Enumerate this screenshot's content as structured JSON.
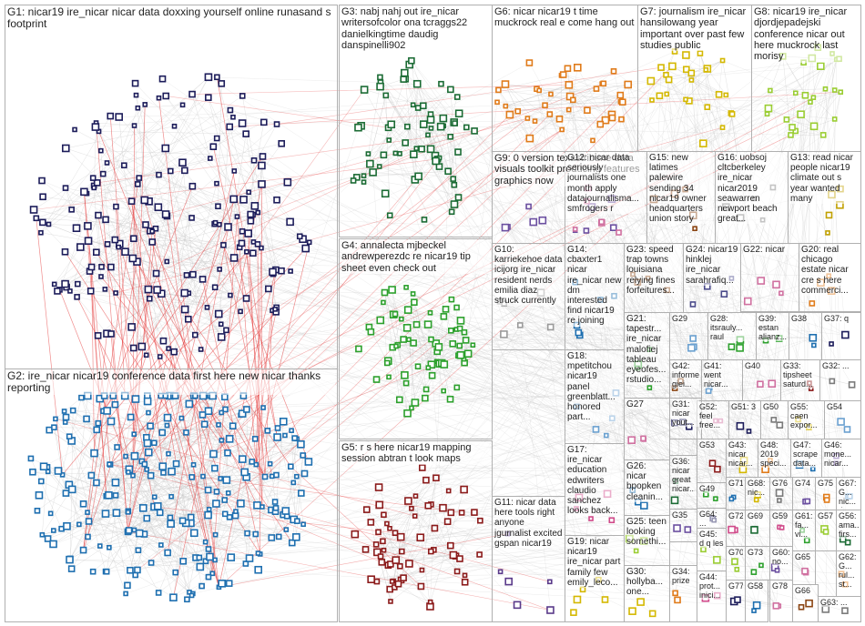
{
  "graph": {
    "background": "#ffffff",
    "border_color": "#b0b0b0",
    "edge_color": "#c8c8c8",
    "highlight_edge_color": "#e33030"
  },
  "groups": [
    {
      "id": "G1",
      "label": "G1: nicar19 ire_nicar nicar data doxxing yourself online runasand s footprint",
      "color": "#1c1c5a"
    },
    {
      "id": "G2",
      "label": "G2: ire_nicar nicar19 conference data first here new nicar thanks reporting",
      "color": "#1e6fb0"
    },
    {
      "id": "G3",
      "label": "G3: nabj nahj out ire_nicar writersofcolor ona tcraggs22 danielkingtime daudig danspinelli902",
      "color": "#1b6b34"
    },
    {
      "id": "G4",
      "label": "G4: annalecta mjbeckel andrewperezdc re nicar19 tip sheet even check out",
      "color": "#2ca02c"
    },
    {
      "id": "G5",
      "label": "G5: r s here nicar19 mapping session abtran t look maps",
      "color": "#8b1a1a"
    },
    {
      "id": "G6",
      "label": "G6: nicar nicar19 t time muckrock real e come hang out",
      "color": "#e07b1a"
    },
    {
      "id": "G7",
      "label": "G7: journalism ire_nicar hansilowang year important over past few studies public",
      "color": "#d4b800"
    },
    {
      "id": "G8",
      "label": "G8: nicar19 ire_nicar djordjepadejski conference nicar out here muckrock last morisy",
      "color": "#9acd32"
    },
    {
      "id": "G9",
      "label": "G9: 0 version texastribune data visuals toolkit producing features graphics now",
      "color": "#6b4fa0"
    },
    {
      "id": "G10",
      "label": "G10: karriekehoe data icijorg ire_nicar resident nerds emilia diaz struck currently",
      "color": "#9a9a9a"
    },
    {
      "id": "G11",
      "label": "G11: nicar data here tools right anyone jgurnalist excited gspan nicar19",
      "color": "#5a3a8a"
    },
    {
      "id": "G12",
      "label": "G12: nicar data seriously journalists one month apply datajournalisma... smfrogers r",
      "color": "#d070a0"
    },
    {
      "id": "G13",
      "label": "G13: read nicar people nicar19 climate out s year wanted many",
      "color": "#c0a000"
    },
    {
      "id": "G14",
      "label": "G14: cbaxter1 nicar ire_nicar new dm interested find nicar19 re joining",
      "color": "#1e6fb0"
    },
    {
      "id": "G15",
      "label": "G15: new latimes palewire sending 34 nicar19 owner headquarters union story",
      "color": "#8b4513"
    },
    {
      "id": "G16",
      "label": "G16: uobsoj cltcberkeley ire_nicar nicar2019 seawarren newport beach great...",
      "color": "#7a7a7a"
    },
    {
      "id": "G17",
      "label": "G17: ire_nicar education edwriters claudio sanchez looks back...",
      "color": "#d04a8a"
    },
    {
      "id": "G18",
      "label": "G18: mpetitchou nicar19 panel greenblatt... honored part...",
      "color": "#6aa0d0"
    },
    {
      "id": "G19",
      "label": "G19: nicar nicar19 ire_nicar part family few emily_leco...",
      "color": "#d4b800"
    },
    {
      "id": "G20",
      "label": "G20: real chicago estate nicar cre s here commerci...",
      "color": "#e07b1a"
    },
    {
      "id": "G21",
      "label": "G21: tapestr... ire_nicar malofiej tableau eyeofes... rstudio...",
      "color": "#2ca02c"
    },
    {
      "id": "G22",
      "label": "G22: nicar",
      "color": "#d070a0"
    },
    {
      "id": "G23",
      "label": "G23: speed trap towns louisiana relying fines forfeitures...",
      "color": "#8b4513"
    },
    {
      "id": "G24",
      "label": "G24: nicar19 hinklej ire_nicar sarahrafiq...",
      "color": "#4a4a8a"
    },
    {
      "id": "G25",
      "label": "G25: teen looking somethi...",
      "color": "#9acd32"
    },
    {
      "id": "G26",
      "label": "G26: nicar bpopken cleanin...",
      "color": "#1e6fb0"
    },
    {
      "id": "G27",
      "label": "G27",
      "color": "#d070a0"
    },
    {
      "id": "G28",
      "label": "G28: itsrauly... raul",
      "color": "#2ca02c"
    },
    {
      "id": "G29",
      "label": "G29",
      "color": "#6aa0d0"
    },
    {
      "id": "G30",
      "label": "G30: hollyba... one...",
      "color": "#d4b800"
    },
    {
      "id": "G31",
      "label": "G31: nicar yout...",
      "color": "#1c1c5a"
    },
    {
      "id": "G32",
      "label": "G32: ...",
      "color": "#7a7a7a"
    },
    {
      "id": "G33",
      "label": "G33: tipsheet saturd...",
      "color": "#8b1a1a"
    },
    {
      "id": "G34",
      "label": "G34: prize",
      "color": "#e07b1a"
    },
    {
      "id": "G35",
      "label": "G35",
      "color": "#6b4fa0"
    },
    {
      "id": "G36",
      "label": "G36: nicar great nicar...",
      "color": "#1b6b34"
    },
    {
      "id": "G37",
      "label": "G37: q",
      "color": "#1c1c5a"
    },
    {
      "id": "G38",
      "label": "G38",
      "color": "#1e6fb0"
    },
    {
      "id": "G39",
      "label": "G39: estan alianz...",
      "color": "#2ca02c"
    },
    {
      "id": "G40",
      "label": "G40",
      "color": "#d070a0"
    },
    {
      "id": "G41",
      "label": "G41: went nicar...",
      "color": "#6aa0d0"
    },
    {
      "id": "G42",
      "label": "G42: informe giei...",
      "color": "#8b4513"
    },
    {
      "id": "G43",
      "label": "G43: nicar nicar...",
      "color": "#d4b800"
    },
    {
      "id": "G44",
      "label": "G44: prot... inici...",
      "color": "#d04a8a"
    },
    {
      "id": "G45",
      "label": "G45: d q les",
      "color": "#9acd32"
    },
    {
      "id": "G46",
      "label": "G46: mone... nicar...",
      "color": "#6b4fa0"
    },
    {
      "id": "G47",
      "label": "G47: scrape data...",
      "color": "#1e6fb0"
    },
    {
      "id": "G48",
      "label": "G48: 2019 speci...",
      "color": "#e07b1a"
    },
    {
      "id": "G49",
      "label": "G49",
      "color": "#2ca02c"
    },
    {
      "id": "G50",
      "label": "G50",
      "color": "#7a7a7a"
    },
    {
      "id": "G51",
      "label": "G51: 3",
      "color": "#1c1c5a"
    },
    {
      "id": "G52",
      "label": "G52: feel free...",
      "color": "#d070a0"
    },
    {
      "id": "G53",
      "label": "G53",
      "color": "#8b1a1a"
    },
    {
      "id": "G54",
      "label": "G54",
      "color": "#6aa0d0"
    },
    {
      "id": "G55",
      "label": "G55: caen expor...",
      "color": "#d4b800"
    },
    {
      "id": "G56",
      "label": "G56: ama... firs...",
      "color": "#1b6b34"
    },
    {
      "id": "G57",
      "label": "G57",
      "color": "#9acd32"
    },
    {
      "id": "G58",
      "label": "G58",
      "color": "#1e6fb0"
    },
    {
      "id": "G59",
      "label": "G59",
      "color": "#d04a8a"
    },
    {
      "id": "G60",
      "label": "G60: no...",
      "color": "#6b4fa0"
    },
    {
      "id": "G61",
      "label": "G61: fa... vi...",
      "color": "#2ca02c"
    },
    {
      "id": "G62",
      "label": "G62: G... rul... st...",
      "color": "#e07b1a"
    },
    {
      "id": "G63",
      "label": "G63: ...",
      "color": "#7a7a7a"
    },
    {
      "id": "G64",
      "label": "G64: ...",
      "color": "#1c1c5a"
    },
    {
      "id": "G65",
      "label": "G65",
      "color": "#d070a0"
    },
    {
      "id": "G66",
      "label": "G66",
      "color": "#8b4513"
    },
    {
      "id": "G67",
      "label": "G67: G... nic... tip... sc...",
      "color": "#6aa0d0"
    },
    {
      "id": "G68",
      "label": "G68: nic...",
      "color": "#d4b800"
    },
    {
      "id": "G69",
      "label": "G69",
      "color": "#1b6b34"
    },
    {
      "id": "G70",
      "label": "G70",
      "color": "#9acd32"
    },
    {
      "id": "G71",
      "label": "G71",
      "color": "#1e6fb0"
    },
    {
      "id": "G72",
      "label": "G72",
      "color": "#d04a8a"
    },
    {
      "id": "G73",
      "label": "G73",
      "color": "#2ca02c"
    },
    {
      "id": "G74",
      "label": "G74",
      "color": "#6b4fa0"
    },
    {
      "id": "G75",
      "label": "G75",
      "color": "#e07b1a"
    },
    {
      "id": "G76",
      "label": "G76",
      "color": "#7a7a7a"
    },
    {
      "id": "G77",
      "label": "G77",
      "color": "#1c1c5a"
    },
    {
      "id": "G78",
      "label": "G78",
      "color": "#d070a0"
    }
  ]
}
